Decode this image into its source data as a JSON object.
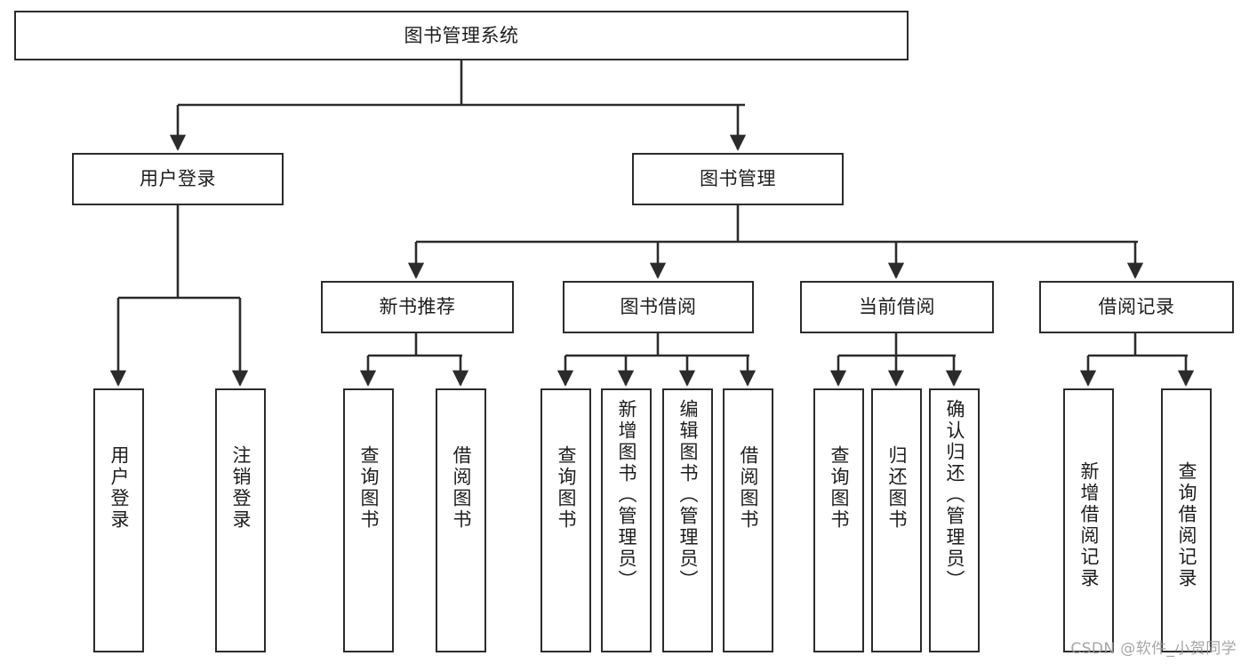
{
  "diagram": {
    "type": "tree",
    "title_node": {
      "label": "图书管理系统"
    },
    "level2": [
      {
        "label": "用户登录"
      },
      {
        "label": "图书管理"
      }
    ],
    "level3": [
      {
        "label": "新书推荐"
      },
      {
        "label": "图书借阅"
      },
      {
        "label": "当前借阅"
      },
      {
        "label": "借阅记录"
      }
    ],
    "leaves": {
      "user_login": [
        {
          "label": "用户登录"
        },
        {
          "label": "注销登录"
        }
      ],
      "new_book_recommend": [
        {
          "label": "查询图书"
        },
        {
          "label": "借阅图书"
        }
      ],
      "book_borrow": [
        {
          "label": "查询图书"
        },
        {
          "label": "新增图书（管理员）"
        },
        {
          "label": "编辑图书（管理员）"
        },
        {
          "label": "借阅图书"
        }
      ],
      "current_borrow": [
        {
          "label": "查询图书"
        },
        {
          "label": "归还图书"
        },
        {
          "label": "确认归还（管理员）"
        }
      ],
      "borrow_record": [
        {
          "label": "新增借阅记录"
        },
        {
          "label": "查询借阅记录"
        }
      ]
    }
  },
  "watermark": {
    "text": "CSDN @软件_小贺同学"
  },
  "colors": {
    "box_border": "#2b2b2b",
    "text": "#1d1d1d",
    "connector": "#2b2b2b",
    "background": "#ffffff",
    "watermark": "#9a9a9a"
  }
}
